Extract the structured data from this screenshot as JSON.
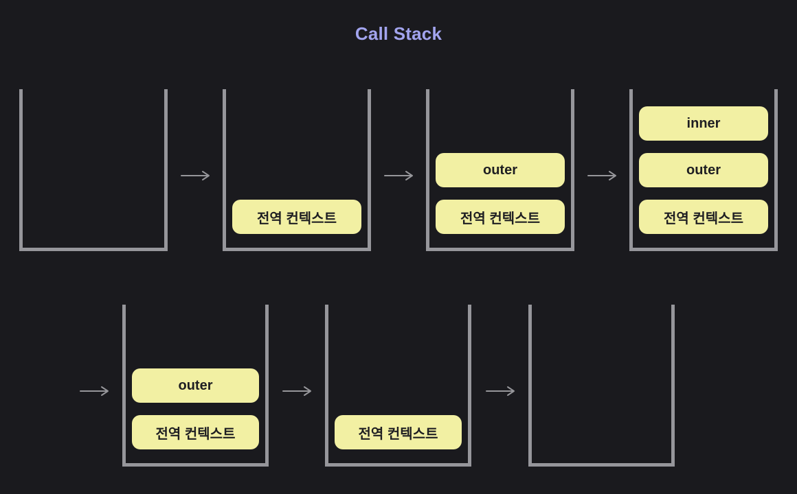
{
  "title": "Call Stack",
  "colors": {
    "background": "#1A1A1E",
    "title": "#A2A4EE",
    "stack_border": "#96969B",
    "arrow": "#97979B",
    "item_bg": "#F2F0A3",
    "item_text": "#1E1E22"
  },
  "icons": {
    "arrow_right": "→"
  },
  "rows": [
    {
      "stacks": [
        {
          "items": []
        },
        {
          "items": [
            "전역 컨텍스트"
          ]
        },
        {
          "items": [
            "outer",
            "전역 컨텍스트"
          ]
        },
        {
          "items": [
            "inner",
            "outer",
            "전역 컨텍스트"
          ]
        }
      ]
    },
    {
      "stacks": [
        {
          "items": [
            "outer",
            "전역 컨텍스트"
          ]
        },
        {
          "items": [
            "전역 컨텍스트"
          ]
        },
        {
          "items": []
        }
      ]
    }
  ]
}
